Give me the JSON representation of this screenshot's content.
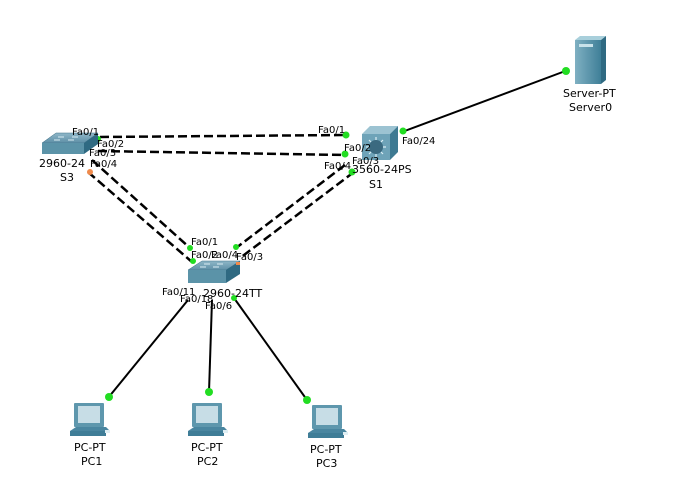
{
  "topology": {
    "devices": [
      {
        "id": "S3",
        "model": "2960-24",
        "name": "S3",
        "type": "switch"
      },
      {
        "id": "S1",
        "model": "3560-24PS",
        "name": "S1",
        "type": "multilayer-switch"
      },
      {
        "id": "S2",
        "model": "2960-24TT",
        "name": "",
        "type": "switch"
      },
      {
        "id": "Server0",
        "model": "Server-PT",
        "name": "Server0",
        "type": "server"
      },
      {
        "id": "PC1",
        "model": "PC-PT",
        "name": "PC1",
        "type": "pc"
      },
      {
        "id": "PC2",
        "model": "PC-PT",
        "name": "PC2",
        "type": "pc"
      },
      {
        "id": "PC3",
        "model": "PC-PT",
        "name": "PC3",
        "type": "pc"
      }
    ],
    "labels": {
      "s3_model": "2960-24",
      "s3_name": "S3",
      "s1_model": "3560-24PS",
      "s1_name": "S1",
      "s2_model": "2960-24TT",
      "server_model": "Server-PT",
      "server_name": "Server0",
      "pc1_model": "PC-PT",
      "pc1_name": "PC1",
      "pc2_model": "PC-PT",
      "pc2_name": "PC2",
      "pc3_model": "PC-PT",
      "pc3_name": "PC3"
    },
    "ports": {
      "s3_fa01": "Fa0/1",
      "s3_fa02": "Fa0/2",
      "s3_fa03": "Fa0/3",
      "s3_fa04": "Fa0/4",
      "s1_fa01": "Fa0/1",
      "s1_fa02": "Fa0/2",
      "s1_fa03": "Fa0/3",
      "s1_fa04": "Fa0/4",
      "s1_fa024": "Fa0/24",
      "s2_fa01": "Fa0/1",
      "s2_fa02": "Fa0/2",
      "s2_fa04": "Fa0/4",
      "s2_fa03": "Fa0/3",
      "s2_fa011": "Fa0/11",
      "s2_fa018": "Fa0/18",
      "s2_fa06": "Fa0/6"
    },
    "colors": {
      "link_up": "#22dd22",
      "link_blocked": "#f08a4b",
      "cable": "#000000"
    }
  }
}
